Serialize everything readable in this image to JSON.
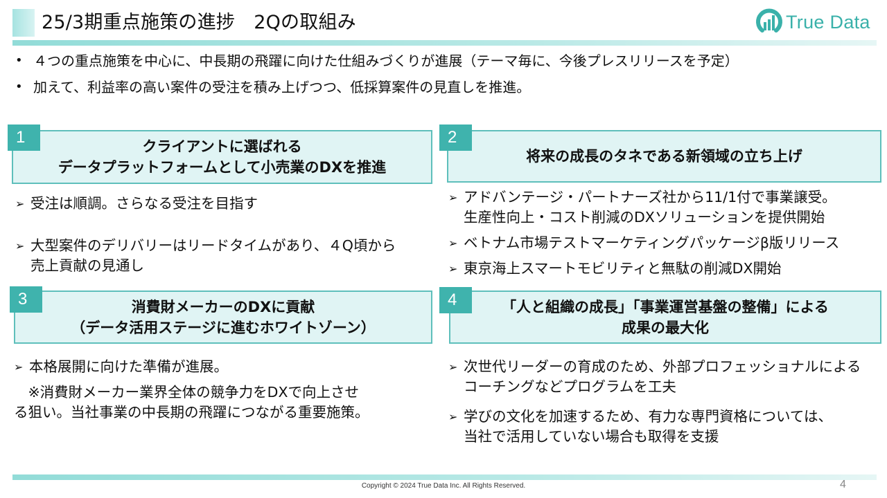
{
  "header": {
    "title": "25/3期重点施策の進捗　2Qの取組み",
    "logo_text": "True Data",
    "brand_color": "#3ab1aa"
  },
  "summary_bullets": [
    "４つの重点施策を中心に、中長期の飛躍に向けた仕組みづくりが進展（テーマ毎に、今後プレスリリースを予定）",
    "加えて、利益率の高い案件の受注を積み上げつつ、低採算案件の見直しを推進。"
  ],
  "cards": [
    {
      "number": "1",
      "heading": "クライアントに選ばれる\nデータプラットフォームとして小売業のDXを推進",
      "items": [
        "受注は順調。さらなる受注を目指す",
        "大型案件のデリバリーはリードタイムがあり、４Q頃から\n売上貢献の見通し"
      ]
    },
    {
      "number": "2",
      "heading": "将来の成長のタネである新領域の立ち上げ",
      "items": [
        "アドバンテージ・パートナーズ社から11/1付で事業譲受。\n生産性向上・コスト削減のDXソリューションを提供開始",
        "ベトナム市場テストマーケティングパッケージβ版リリース",
        "東京海上スマートモビリティと無駄の削減DX開始"
      ]
    },
    {
      "number": "3",
      "heading": "消費財メーカーのDXに貢献\n（データ活用ステージに進むホワイトゾーン）",
      "items": [
        "本格展開に向けた準備が進展。"
      ],
      "note": "　※消費財メーカー業界全体の競争力をDXで向上させ\nる狙い。当社事業の中長期の飛躍につながる重要施策。"
    },
    {
      "number": "4",
      "heading": "「人と組織の成長」「事業運営基盤の整備」による\n成果の最大化",
      "items": [
        "次世代リーダーの育成のため、外部プロフェッショナルによる\nコーチングなどプログラムを工夫",
        "学びの文化を加速するため、有力な専門資格については、\n当社で活用していない場合も取得を支援"
      ]
    }
  ],
  "footer": {
    "copyright": "Copyright © 2024 True Data Inc. All Rights Reserved.",
    "page_number": "4"
  },
  "colors": {
    "accent_teal": "#3fb3ad",
    "box_fill": "#e0f4f4",
    "box_border": "#5ebfbb",
    "rule": "#92dcd8"
  }
}
